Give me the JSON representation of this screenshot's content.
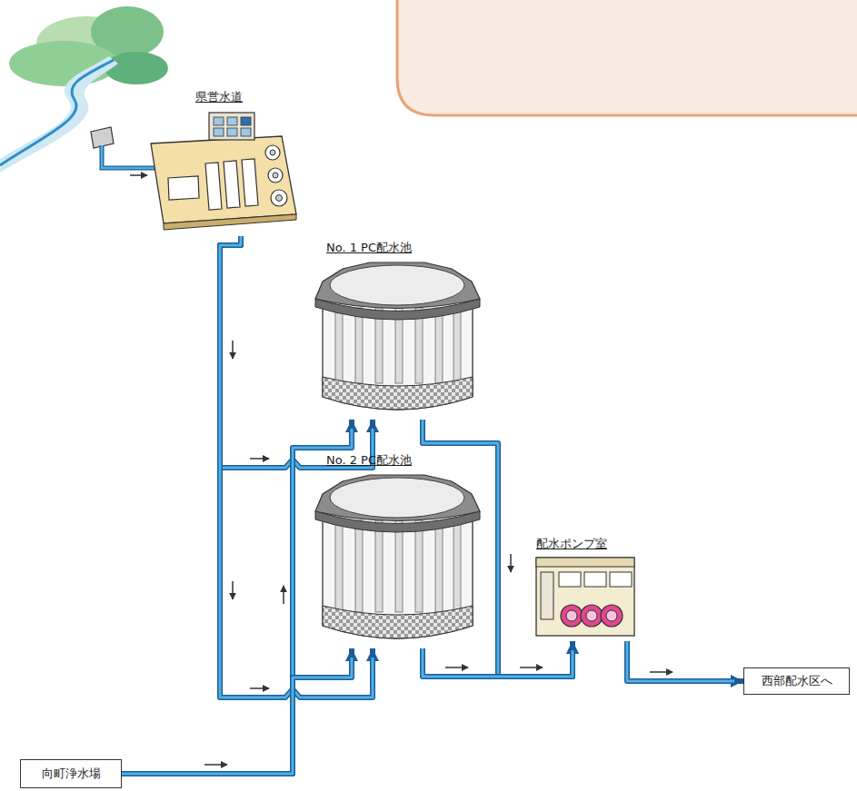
{
  "diagram": {
    "nodes": [
      {
        "text": [
          "県営水道"
        ]
      },
      {
        "text": [
          "No. 1 PC配水池"
        ]
      },
      {
        "text": [
          "No. 2 PC配水池"
        ]
      },
      {
        "text": [
          "配水ポンプ室"
        ]
      },
      {
        "text": [
          "西部配水区へ"
        ]
      },
      {
        "text": [
          "向町浄水場"
        ]
      }
    ],
    "edges": [
      {
        "from": 0,
        "to": 1,
        "arrow": "to"
      },
      {
        "from": 0,
        "to": 2,
        "arrow": "to"
      },
      {
        "from": 5,
        "to": 1,
        "arrow": "to"
      },
      {
        "from": 5,
        "to": 2,
        "arrow": "to"
      },
      {
        "from": 1,
        "to": 3,
        "arrow": "to"
      },
      {
        "from": 2,
        "to": 3,
        "arrow": "to"
      },
      {
        "from": 3,
        "to": 4,
        "arrow": "to"
      }
    ]
  }
}
